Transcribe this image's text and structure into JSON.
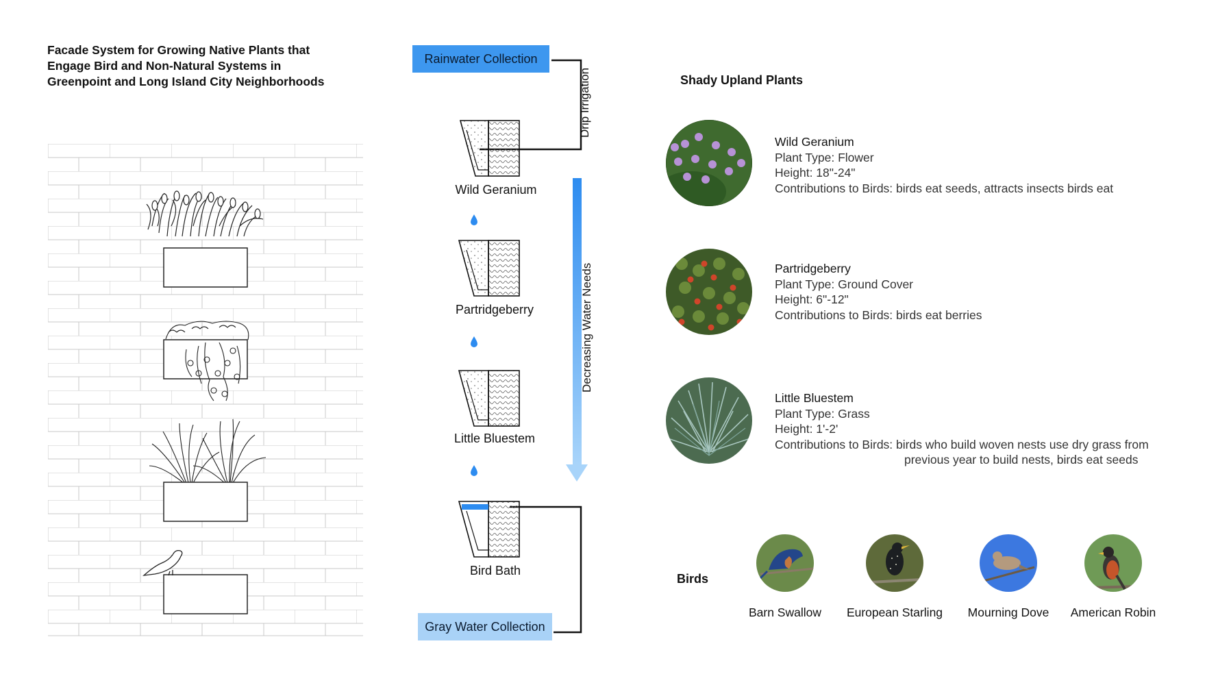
{
  "title": {
    "line1": "Facade System for Growing Native Plants that",
    "line2": "Engage Bird and Non-Natural Systems in",
    "line3": "Greenpoint and Long Island City Neighborhoods"
  },
  "flow": {
    "rainwater": "Rainwater Collection",
    "gray_water": "Gray Water Collection",
    "drip_irrigation": "Drip Irrigation",
    "decreasing_water": "Decreasing Water Needs",
    "stages": [
      "Wild Geranium",
      "Partridgeberry",
      "Little Bluestem",
      "Bird Bath"
    ],
    "colors": {
      "rain_box": "#3d97ef",
      "gray_box": "#a9d2f7",
      "arrow_top": "#2d8cf0",
      "arrow_bottom": "#a8d4fa",
      "water_drop": "#2d8cf0"
    }
  },
  "plants_section": {
    "heading": "Shady Upland Plants",
    "plants": [
      {
        "name": "Wild Geranium",
        "type": "Plant Type: Flower",
        "height": "Height: 18\"-24\"",
        "contrib1": "Contributions to Birds: birds eat seeds, attracts insects birds eat",
        "contrib2": ""
      },
      {
        "name": "Partridgeberry",
        "type": "Plant Type: Ground Cover",
        "height": "Height: 6\"-12\"",
        "contrib1": "Contributions to Birds: birds eat berries",
        "contrib2": ""
      },
      {
        "name": "Little Bluestem",
        "type": "Plant Type: Grass",
        "height": "Height: 1'-2'",
        "contrib1": "Contributions to Birds: birds who build woven nests use dry grass from",
        "contrib2": "previous year to build nests, birds eat seeds"
      }
    ]
  },
  "birds_section": {
    "heading": "Birds",
    "birds": [
      "Barn Swallow",
      "European Starling",
      "Mourning Dove",
      "American Robin"
    ]
  }
}
